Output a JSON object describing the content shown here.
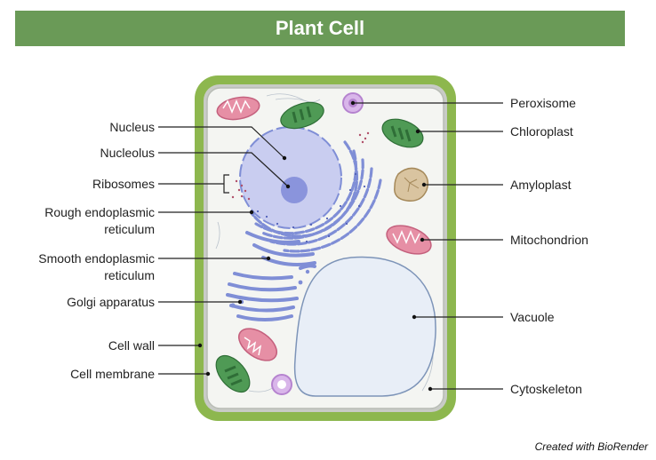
{
  "title": "Plant Cell",
  "labels": {
    "nucleus": "Nucleus",
    "nucleolus": "Nucleolus",
    "ribosomes": "Ribosomes",
    "rough_er_line1": "Rough endoplasmic",
    "rough_er_line2": "reticulum",
    "smooth_er_line1": "Smooth endoplasmic",
    "smooth_er_line2": "reticulum",
    "golgi": "Golgi apparatus",
    "cell_wall": "Cell wall",
    "cell_membrane": "Cell membrane",
    "peroxisome": "Peroxisome",
    "chloroplast": "Chloroplast",
    "amyloplast": "Amyloplast",
    "mitochondrion": "Mitochondrion",
    "vacuole": "Vacuole",
    "cytoskeleton": "Cytoskeleton"
  },
  "credit": "Created with BioRender",
  "colors": {
    "title_bar": "#6a9a57",
    "cell_wall": "#8db74e",
    "cytoplasm": "#f4f5f2",
    "nucleus": "#c9cdf0",
    "nucleolus": "#8a94dc",
    "er": "#7f8ed6",
    "vacuole": "#e8eef7",
    "chloroplast": "#4f9a55",
    "mitochondrion": "#e68fa5",
    "amyloplast": "#d9c4a0",
    "peroxisome": "#b583cf"
  }
}
